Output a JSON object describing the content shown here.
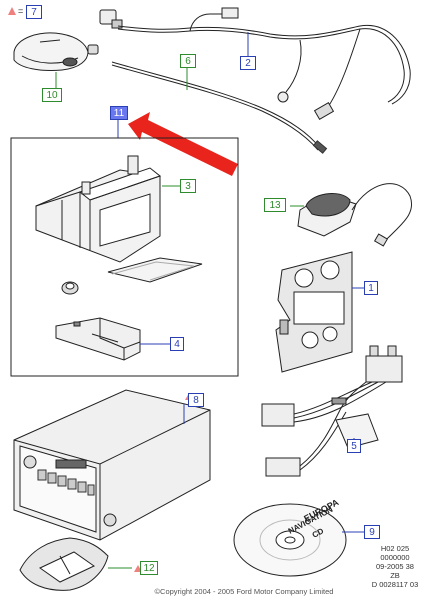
{
  "legend": {
    "marker": "=",
    "ref": "7"
  },
  "callouts": {
    "c1": "1",
    "c2": "2",
    "c3": "3",
    "c4": "4",
    "c5": "5",
    "c6": "6",
    "c8": "8",
    "c9": "9",
    "c10": "10",
    "c11": "11",
    "c12": "12",
    "c13": "13"
  },
  "cd_label": {
    "line1": "EUROPA",
    "line2": "NAVIGATION",
    "line3": "CD"
  },
  "doc_info": {
    "line1": "H02 025",
    "line2": "0000000",
    "line3": "09-2005 38",
    "line4": "ZB",
    "line5": "D 0028117 03"
  },
  "copyright": "©Copyright 2004 - 2005 Ford Motor Company Limited",
  "colors": {
    "callout_blue": "#2b3fb5",
    "callout_green": "#2e8b2e",
    "arrow_red": "#e8241c",
    "marker_pink": "#f08080"
  }
}
